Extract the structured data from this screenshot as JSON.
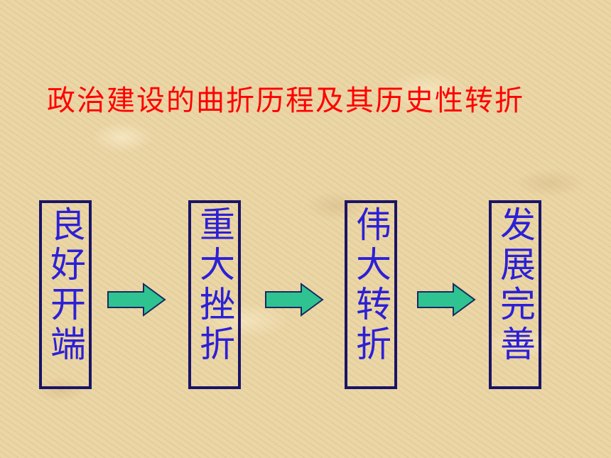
{
  "slide": {
    "title": "政治建设的曲折历程及其历史性转折",
    "stages": [
      {
        "label": "良好开端"
      },
      {
        "label": "重大挫折"
      },
      {
        "label": "伟大转折"
      },
      {
        "label": "发展完善"
      }
    ]
  },
  "colors": {
    "title": "#ff0000",
    "stage_text": "#2c20d6",
    "stage_border": "#1a1466",
    "arrow_fill": "#2fc392",
    "arrow_stroke": "#1a2a60",
    "background": "#e9d3a2"
  }
}
